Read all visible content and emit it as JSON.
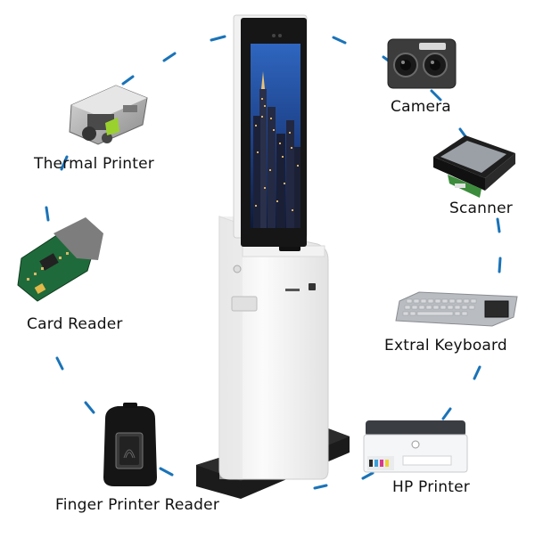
{
  "labels": {
    "thermal_printer": "Thermal Printer",
    "card_reader": "Card Reader",
    "finger_reader": "Finger Printer Reader",
    "camera": "Camera",
    "scanner": "Scanner",
    "keyboard": "Extral Keyboard",
    "hp_printer": "HP Printer"
  },
  "colors": {
    "accent": "#1a73b8",
    "kiosk_body": "#f4f4f4",
    "kiosk_base": "#1b1b1b",
    "screen_sky": "#1f4f9a"
  }
}
